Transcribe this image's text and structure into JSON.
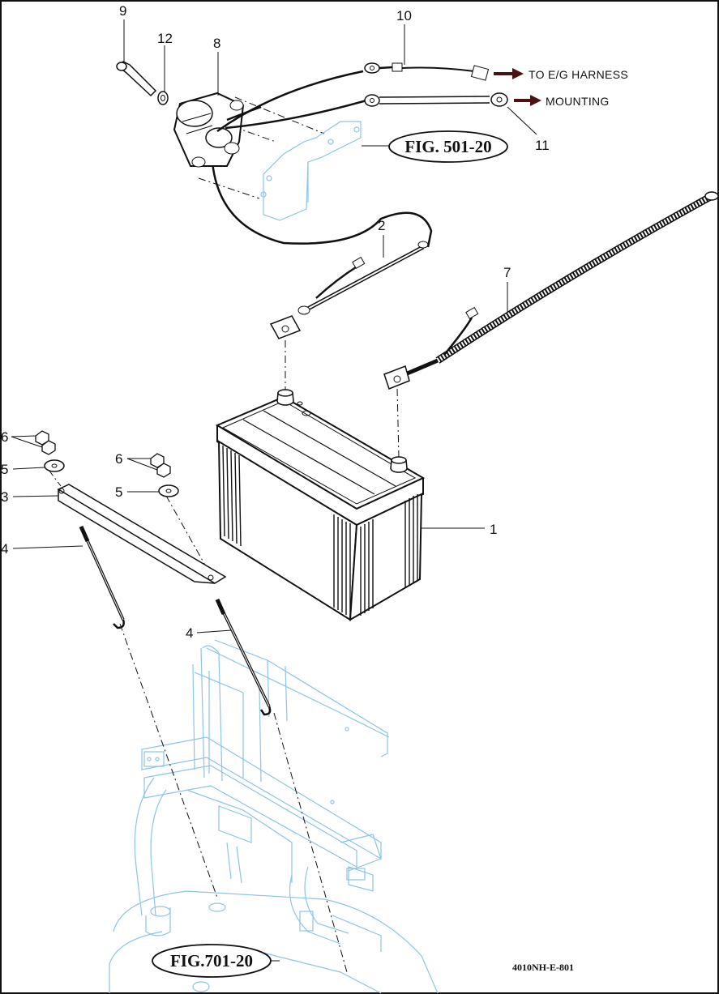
{
  "callouts": {
    "c9": "9",
    "c12": "12",
    "c8": "8",
    "c10": "10",
    "c11": "11",
    "c2": "2",
    "c7": "7",
    "c1": "1",
    "c6a": "6",
    "c5a": "5",
    "c3": "3",
    "c4a": "4",
    "c6b": "6",
    "c5b": "5",
    "c4b": "4"
  },
  "arrows": {
    "to_harness": "TO E/G HARNESS",
    "mounting": "MOUNTING"
  },
  "figure_refs": {
    "fig501": "FIG. 501-20",
    "fig701": "FIG.701-20"
  },
  "drawing_code": "4010NH-E-801",
  "colors": {
    "line": "#111111",
    "reference_part": "#8cc4ea",
    "arrow": "#4a1212"
  }
}
